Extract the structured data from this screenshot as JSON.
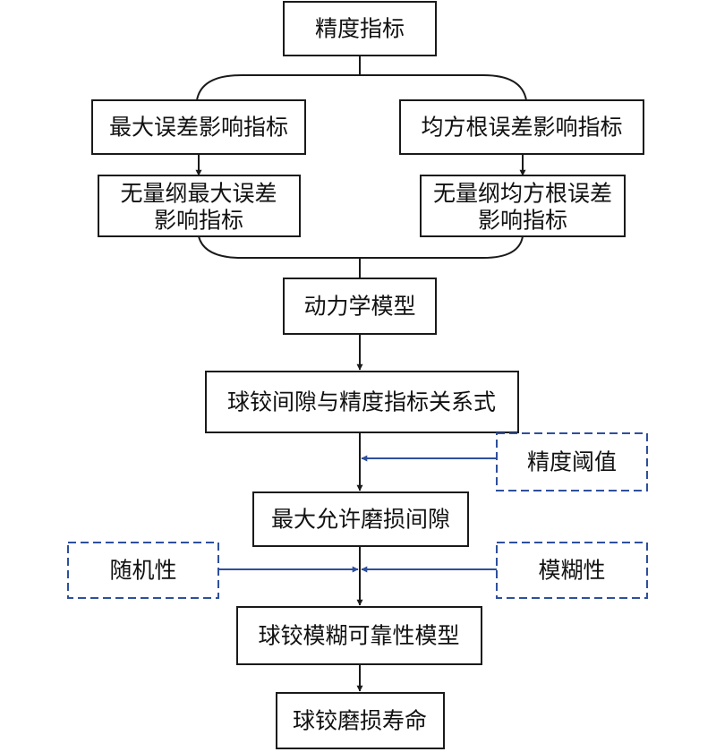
{
  "nodes": {
    "accuracy_index": "精度指标",
    "max_error_index": "最大误差影响指标",
    "rms_error_index": "均方根误差影响指标",
    "dimless_max_line1": "无量纲最大误差",
    "dimless_max_line2": "影响指标",
    "dimless_rms_line1": "无量纲均方根误差",
    "dimless_rms_line2": "影响指标",
    "dynamics_model": "动力学模型",
    "clearance_relation": "球铰间隙与精度指标关系式",
    "accuracy_threshold": "精度阈值",
    "max_allowable_clearance": "最大允许磨损间隙",
    "randomness": "随机性",
    "fuzziness": "模糊性",
    "fuzzy_reliability_model": "球铰模糊可靠性模型",
    "wear_life": "球铰磨损寿命"
  },
  "colors": {
    "main_stroke": "#1a1a1a",
    "input_stroke": "#2e4f9c"
  }
}
